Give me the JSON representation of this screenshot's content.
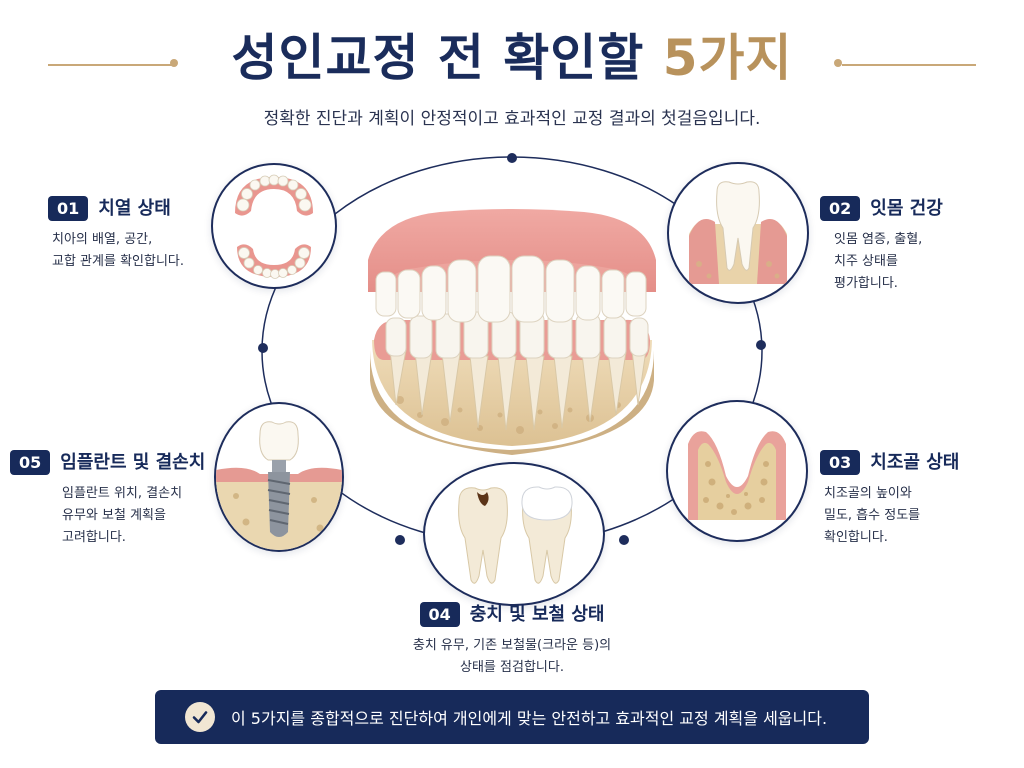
{
  "title": {
    "main": "성인교정 전 확인할 ",
    "accent": "5가지"
  },
  "subtitle": "정확한 진단과 계획이 안정적이고 효과적인 교정 결과의 첫걸음입니다.",
  "items": [
    {
      "num": "01",
      "title": "치열 상태",
      "desc1": "치아의 배열, 공간,",
      "desc2": "교합 관계를 확인합니다.",
      "desc3": "",
      "icon": "dental-arch-icon"
    },
    {
      "num": "02",
      "title": "잇몸 건강",
      "desc1": "잇몸 염증, 출혈,",
      "desc2": "치주 상태를",
      "desc3": "평가합니다.",
      "icon": "gum-tooth-icon"
    },
    {
      "num": "03",
      "title": "치조골 상태",
      "desc1": "치조골의 높이와",
      "desc2": "밀도, 흡수 정도를",
      "desc3": "확인합니다.",
      "icon": "alveolar-bone-icon"
    },
    {
      "num": "04",
      "title": "충치 및 보철 상태",
      "desc1": "충치 유무, 기존 보철물(크라운 등)의",
      "desc2": "상태를 점검합니다.",
      "desc3": "",
      "icon": "cavity-crown-icon"
    },
    {
      "num": "05",
      "title": "임플란트 및 결손치",
      "desc1": "임플란트 위치, 결손치",
      "desc2": "유무와 보철 계획을",
      "desc3": "고려합니다.",
      "icon": "implant-icon"
    }
  ],
  "footer": "이 5가지를 종합적으로 진단하여 개인에게 맞는 안전하고 효과적인 교정 계획을 세웁니다.",
  "colors": {
    "navy": "#172a5a",
    "gold": "#b8925c",
    "gum": "#e8938f",
    "bone": "#ecd9b4",
    "tooth": "#f6f1e6"
  }
}
